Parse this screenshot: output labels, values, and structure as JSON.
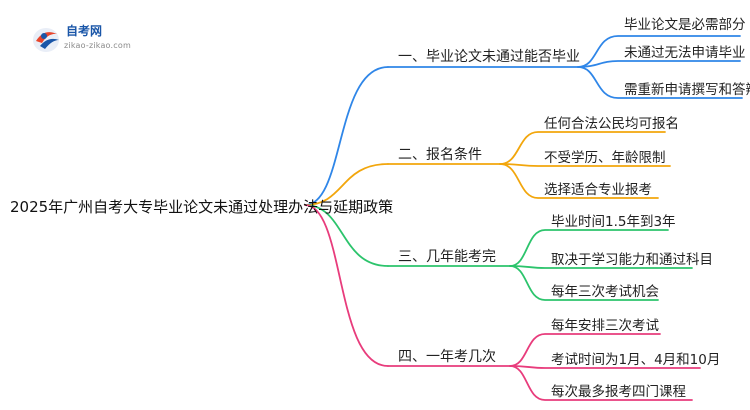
{
  "logo": {
    "title": "自考网",
    "url": "zikao-zikao.com",
    "icon": "graduation-cap-icon"
  },
  "root": "2025年广州自考大专毕业论文未通过处理办法与延期政策",
  "branches": [
    {
      "label": "一、毕业论文未通过能否毕业",
      "color": "#2f86e8",
      "leaves": [
        "毕业论文是必需部分",
        "未通过无法申请毕业",
        "需重新申请撰写和答辩"
      ]
    },
    {
      "label": "二、报名条件",
      "color": "#f2a60c",
      "leaves": [
        "任何合法公民均可报名",
        "不受学历、年龄限制",
        "选择适合专业报考"
      ]
    },
    {
      "label": "三、几年能考完",
      "color": "#2cc46c",
      "leaves": [
        "毕业时间1.5年到3年",
        "取决于学习能力和通过科目",
        "每年三次考试机会"
      ]
    },
    {
      "label": "四、一年考几次",
      "color": "#e83c7c",
      "leaves": [
        "每年安排三次考试",
        "考试时间为1月、4月和10月",
        "每次最多报考四门课程"
      ]
    }
  ]
}
